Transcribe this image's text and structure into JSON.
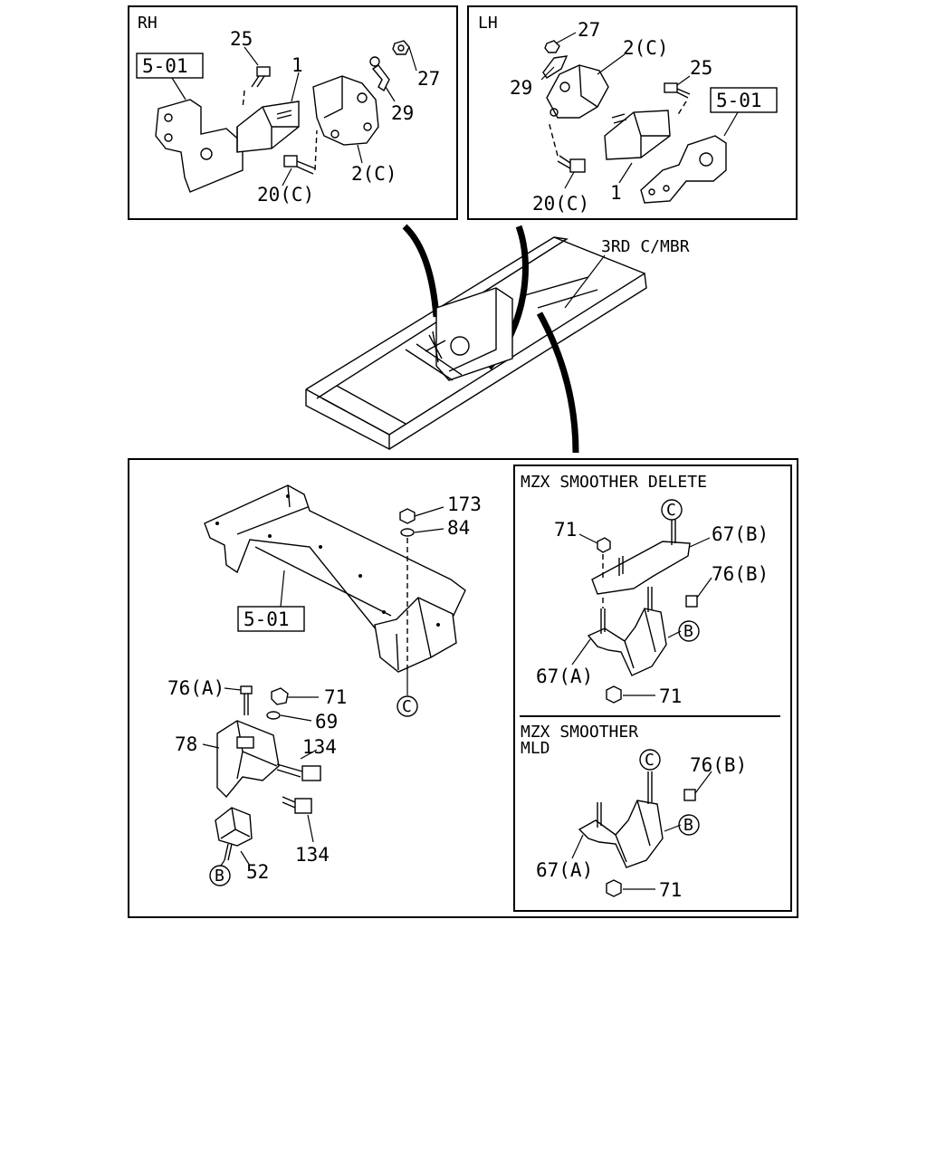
{
  "panels": {
    "rh": {
      "title": "RH",
      "ref_box": "5-01",
      "labels": {
        "p25": "25",
        "p1": "1",
        "p27": "27",
        "p29": "29",
        "p2c": "2(C)",
        "p20c": "20(C)"
      }
    },
    "lh": {
      "title": "LH",
      "ref_box": "5-01",
      "labels": {
        "p27": "27",
        "p2c": "2(C)",
        "p29": "29",
        "p25": "25",
        "p20c": "20(C)",
        "p1": "1"
      }
    },
    "frame": {
      "callout": "3RD C/MBR"
    },
    "bottom": {
      "ref_box": "5-01",
      "circle_c": "C",
      "circle_b": "B",
      "labels": {
        "p173": "173",
        "p84": "84",
        "p76a": "76(A)",
        "p71": "71",
        "p69": "69",
        "p78": "78",
        "p134a": "134",
        "p134b": "134",
        "p52": "52"
      }
    },
    "smoother_delete": {
      "title": "MZX SMOOTHER DELETE",
      "circle_c": "C",
      "circle_b": "B",
      "labels": {
        "p71a": "71",
        "p67b": "67(B)",
        "p76b": "76(B)",
        "p67a": "67(A)",
        "p71b": "71"
      }
    },
    "smoother_mld": {
      "title_line1": "MZX SMOOTHER",
      "title_line2": "MLD",
      "circle_c": "C",
      "circle_b": "B",
      "labels": {
        "p76b": "76(B)",
        "p67a": "67(A)",
        "p71": "71"
      }
    }
  }
}
